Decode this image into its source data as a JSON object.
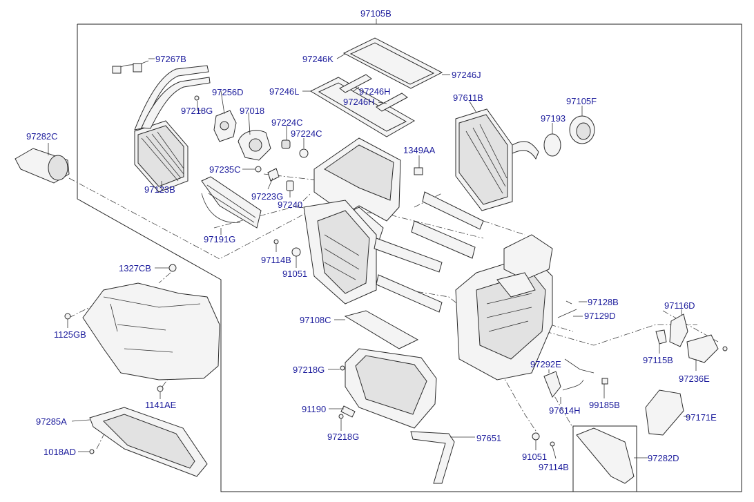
{
  "diagram": {
    "labels": {
      "p97105B": "97105B",
      "p97267B": "97267B",
      "p97256D": "97256D",
      "p97218G_a": "97218G",
      "p97018": "97018",
      "p97224C_a": "97224C",
      "p97224C_b": "97224C",
      "p97246K": "97246K",
      "p97246J": "97246J",
      "p97246L": "97246L",
      "p97246H_a": "97246H",
      "p97246H_b": "97246H",
      "p97611B": "97611B",
      "p97193": "97193",
      "p97105F": "97105F",
      "p97282C": "97282C",
      "p1349AA": "1349AA",
      "p97123B": "97123B",
      "p97235C": "97235C",
      "p97223G": "97223G",
      "p97240": "97240",
      "p97191G": "97191G",
      "p97114B_a": "97114B",
      "p91051_a": "91051",
      "p1327CB": "1327CB",
      "p1125GB": "1125GB",
      "p97108C": "97108C",
      "p97128B": "97128B",
      "p97129D": "97129D",
      "p97116D": "97116D",
      "p97115B": "97115B",
      "p97236E": "97236E",
      "p97218G_b": "97218G",
      "p97292E": "97292E",
      "p1141AE": "1141AE",
      "p97614H": "97614H",
      "p99185B": "99185B",
      "p97171E": "97171E",
      "p91190": "91190",
      "p97285A": "97285A",
      "p97218G_c": "97218G",
      "p97651": "97651",
      "p1018AD": "1018AD",
      "p91051_b": "91051",
      "p97114B_b": "97114B",
      "p97282D": "97282D"
    }
  }
}
